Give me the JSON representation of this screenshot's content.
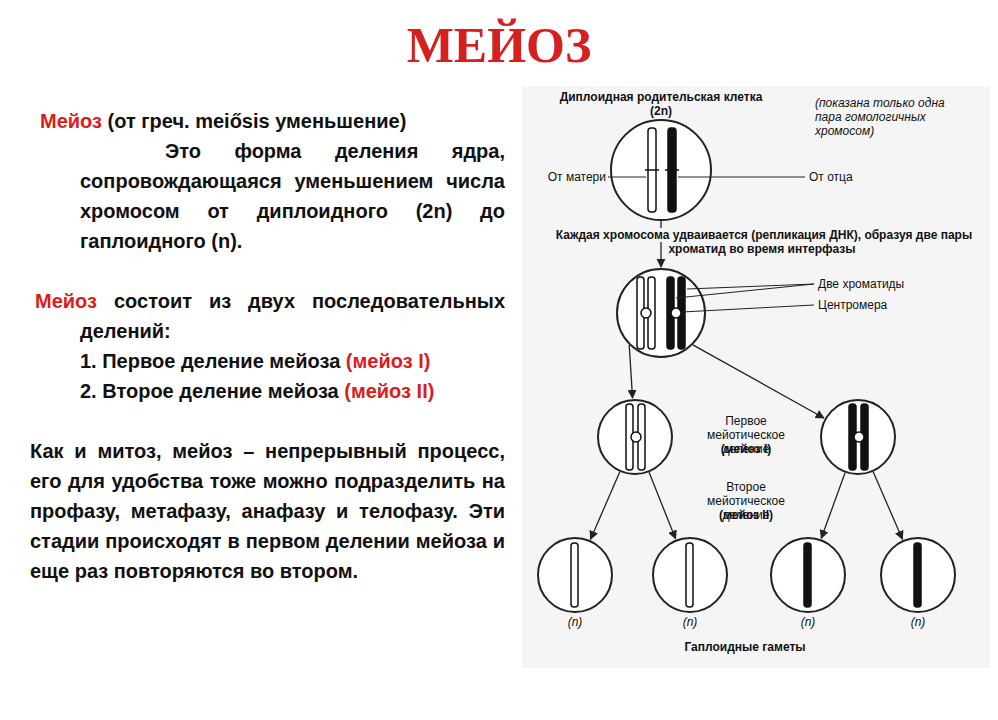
{
  "diagram": {
    "title": "МЕЙОЗ",
    "nodes": [
      {
        "text": [
          "Диплоидная родительская клетка (2n)"
        ]
      },
      {
        "text": []
      },
      {
        "text": []
      },
      {
        "text": []
      },
      {
        "text": [
          "(n)"
        ]
      },
      {
        "text": [
          "(n)"
        ]
      },
      {
        "text": [
          "(n)"
        ]
      },
      {
        "text": [
          "(n)"
        ]
      }
    ],
    "edges": [
      {
        "from": 0,
        "to": 1,
        "arrow": "to",
        "label": "Каждая хромосома удваивается (репликация ДНК), образуя две пары хроматид во время интерфазы"
      },
      {
        "from": 1,
        "to": 2,
        "arrow": "to"
      },
      {
        "from": 1,
        "to": 3,
        "arrow": "to"
      },
      {
        "from": 2,
        "to": 4,
        "arrow": "to"
      },
      {
        "from": 2,
        "to": 5,
        "arrow": "to"
      },
      {
        "from": 3,
        "to": 6,
        "arrow": "to"
      },
      {
        "from": 3,
        "to": 7,
        "arrow": "to"
      }
    ],
    "labels": [
      "Мейоз",
      "(от греч. meiősis уменьшение)",
      "Это форма деления ядра, сопровождающаяся уменьшением числа хромосом от диплоидного (2n) до гаплоидного (n).",
      "Мейоз",
      "состоит из двух последовательных делений:",
      "1. Первое деление мейоза",
      "(мейоз I)",
      "2. Второе деление мейоза",
      "(мейоз II)",
      "Как и митоз, мейоз – непрерывный процесс, его для удобства тоже можно подразделить на профазу, метафазу, анафазу и телофазу. Эти стадии происходят в первом делении мейоза и еще раз повторяются во втором.",
      "(показана только одна пара гомологичных хромосом)",
      "От матери",
      "От отца",
      "Две хроматиды",
      "Центромера",
      "Первое мейотическое деление",
      "(мейоз I)",
      "Второе мейотическое деление",
      "(мейоз II)",
      "Гаплоидные гаметы"
    ]
  }
}
